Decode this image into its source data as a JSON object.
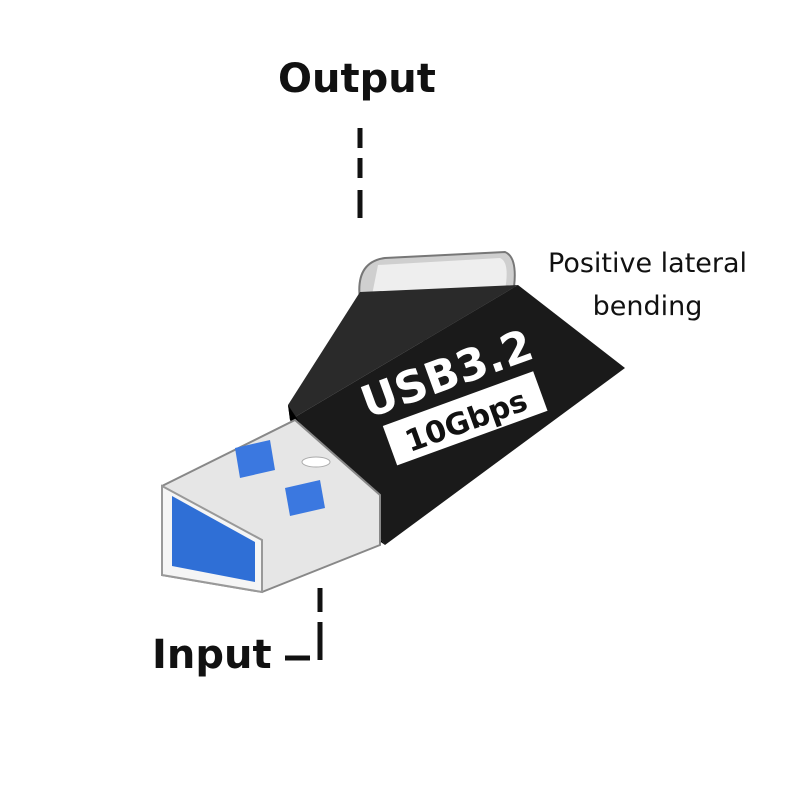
{
  "labels": {
    "output": "Output",
    "input": "Input",
    "lateral_line1": "Positive lateral",
    "lateral_line2": "bending"
  },
  "product": {
    "model_text": "USB3.2",
    "speed_text": "10Gbps"
  },
  "colors": {
    "body": "#1a1a1a",
    "port_blue": "#2f6fd6",
    "metal": "#d9d9d9"
  }
}
